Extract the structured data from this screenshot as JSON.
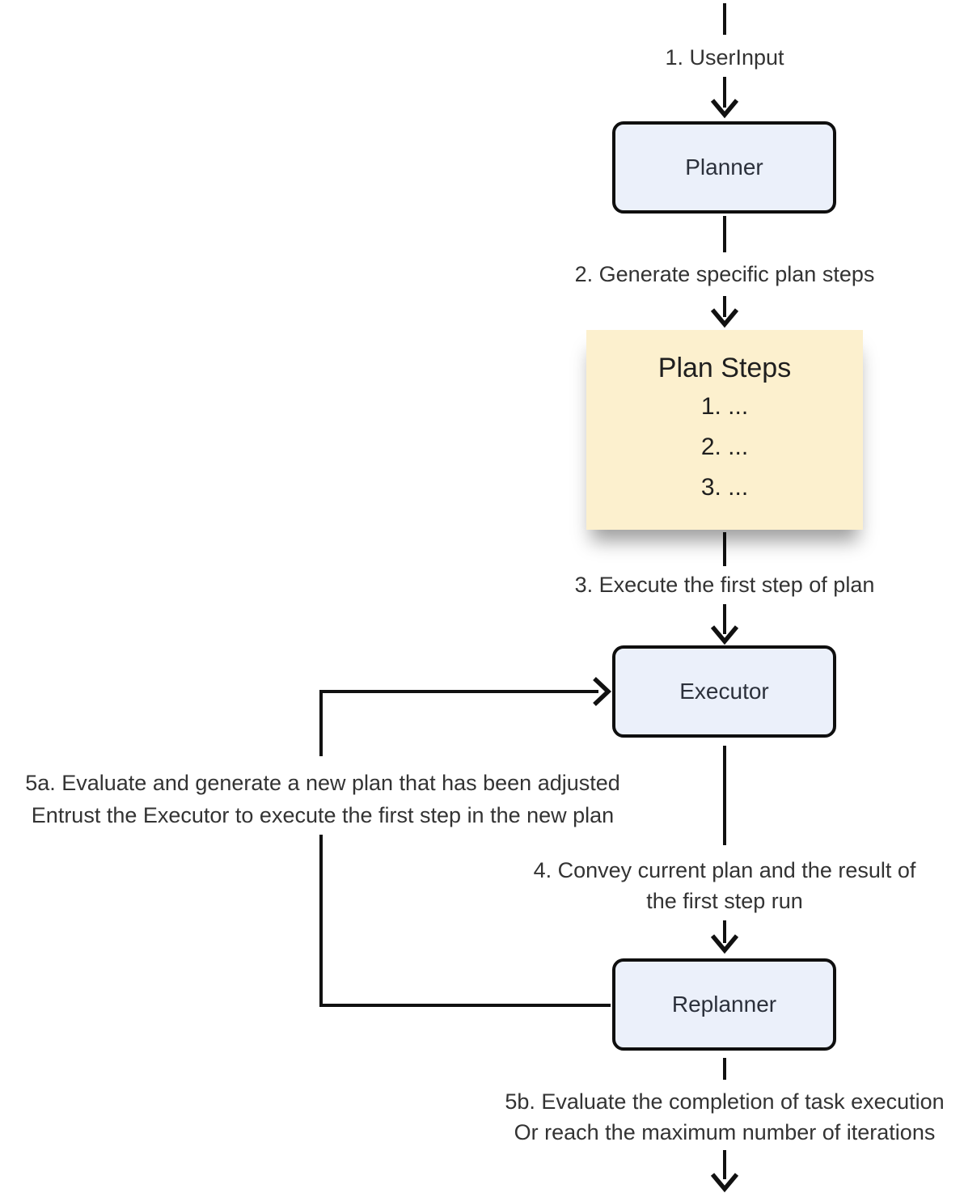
{
  "diagram": {
    "nodes": {
      "planner": "Planner",
      "executor": "Executor",
      "replanner": "Replanner"
    },
    "note": {
      "title": "Plan Steps",
      "items": [
        "1. ...",
        "2. ...",
        "3. ..."
      ]
    },
    "edge_labels": {
      "step1": "1. UserInput",
      "step2": "2. Generate specific plan steps",
      "step3": "3. Execute the first step of plan",
      "step4_line1": "4. Convey current plan and the result of",
      "step4_line2": "the first step run",
      "step5a_line1": "5a. Evaluate and generate a new plan that has been adjusted",
      "step5a_line2": "Entrust the Executor to execute the first step in the new plan",
      "step5b_line1": "5b. Evaluate the completion of task execution",
      "step5b_line2": "Or reach the maximum number of iterations"
    },
    "colors": {
      "line_color": "#111111",
      "node_fill": "#EBF0FA",
      "node_border": "#0F0F0F",
      "node_text": "#2B303B",
      "note_fill": "#FCF0CE",
      "note_text": "#1F1F1F",
      "note_shadow": "rgba(0,0,0,0.38)",
      "label_text": "#333333"
    }
  }
}
